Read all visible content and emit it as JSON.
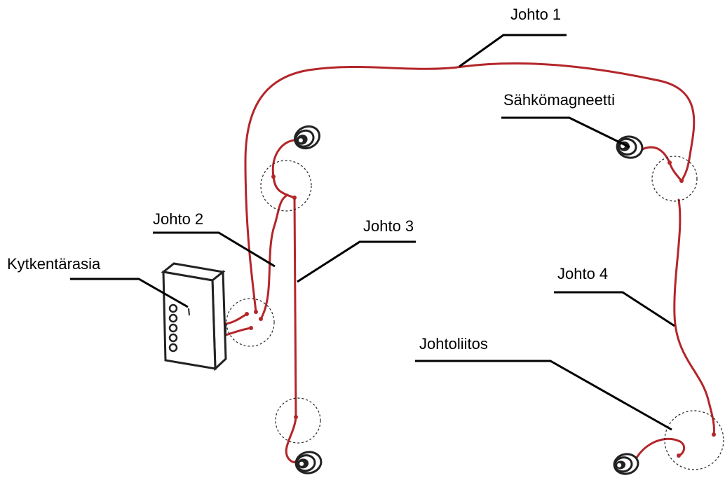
{
  "labels": {
    "wire1": "Johto 1",
    "wire2": "Johto 2",
    "wire3": "Johto 3",
    "wire4": "Johto 4",
    "solenoid": "Sähkömagneetti",
    "junction_box": "Kytkentärasia",
    "wire_joint": "Johtoliitos"
  },
  "icons": {
    "solenoid": "solenoid-icon",
    "junction_box": "junction-box-icon",
    "joint": "dashed-circle-icon"
  },
  "colors": {
    "wire": "#b3262a",
    "leader": "#000000",
    "outline": "#222222"
  }
}
